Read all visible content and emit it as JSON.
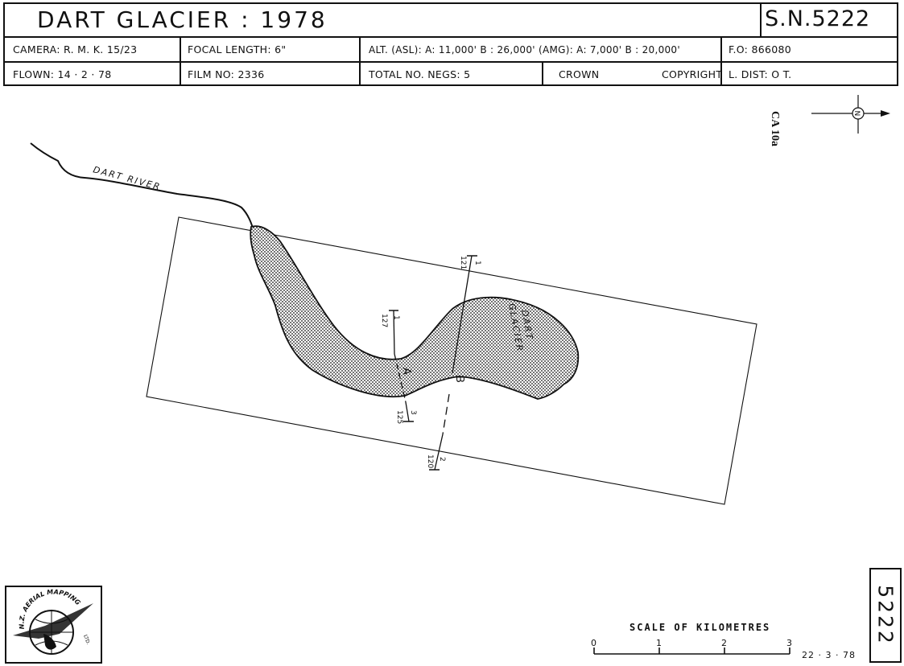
{
  "header": {
    "title": "DART  GLACIER  : 1978",
    "sn": "S.N.5222",
    "row1": {
      "camera": "CAMERA: R. M. K.  15/23",
      "focal": "FOCAL LENGTH: 6\"",
      "alt": "ALT. (ASL): A: 11,000' B : 26,000'  (AMG): A: 7,000' B : 20,000'",
      "fo": "F.O:  866080"
    },
    "row2": {
      "flown": "FLOWN: 14 · 2 · 78",
      "film": "FILM NO: 2336",
      "negs": "TOTAL NO. NEGS: 5",
      "crown": "CROWN",
      "copyright": "COPYRIGHT",
      "ldist": "L. DIST: O T."
    }
  },
  "map": {
    "ref_code": "CA 10a",
    "north_letter": "N",
    "river_label": "DART    RIVER",
    "glacier_label_1": "DART",
    "glacier_label_2": "GLACIER",
    "run_a_label": "A",
    "run_b_label": "B",
    "run_a_top": "1",
    "run_a_top_num": "127",
    "run_a_bottom": "3",
    "run_a_bottom_num": "125",
    "run_b_top": "1",
    "run_b_top_num": "121",
    "run_b_bottom": "2",
    "run_b_bottom_num": "120"
  },
  "logo": {
    "text": "N.Z. AERIAL MAPPING",
    "sub": "LTD."
  },
  "scale": {
    "title": "SCALE  OF  KILOMETRES",
    "ticks": [
      "0",
      "1",
      "2",
      "3"
    ],
    "date": "22 · 3 · 78"
  },
  "side_number": "5222"
}
